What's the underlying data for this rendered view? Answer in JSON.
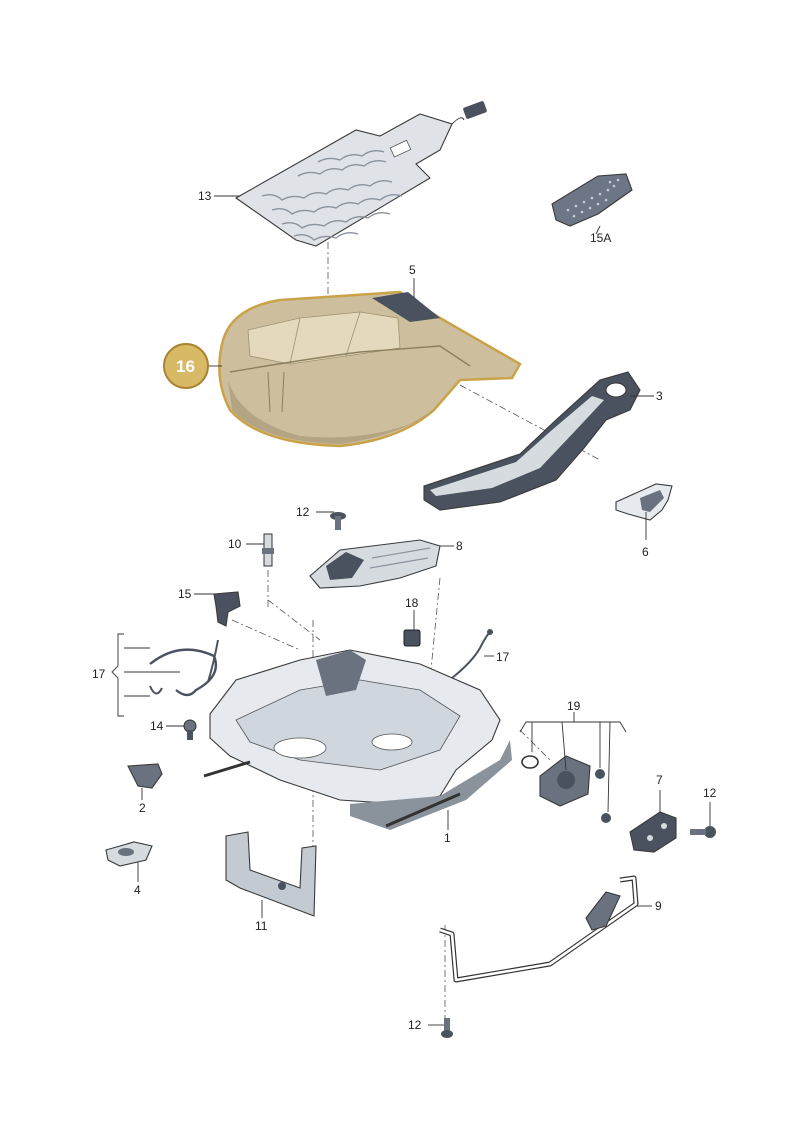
{
  "labels": {
    "l1": "1",
    "l2": "2",
    "l3": "3",
    "l4": "4",
    "l5": "5",
    "l6": "6",
    "l7": "7",
    "l8": "8",
    "l9": "9",
    "l10": "10",
    "l11": "11",
    "l12a": "12",
    "l12b": "12",
    "l12c": "12",
    "l13": "13",
    "l14": "14",
    "l15": "15",
    "l15a": "15A",
    "l16": "16",
    "l17a": "17",
    "l17b": "17",
    "l18": "18",
    "l19": "19"
  },
  "colors": {
    "highlight": "#c9a24a",
    "highlight_fill": "#d8ba66",
    "cushion": "#cdbf9e",
    "cushion_dark": "#a89a78",
    "part_grey": "#d6dbe0",
    "part_dark": "#4a5260",
    "bracket_blue": "#5a6578"
  }
}
